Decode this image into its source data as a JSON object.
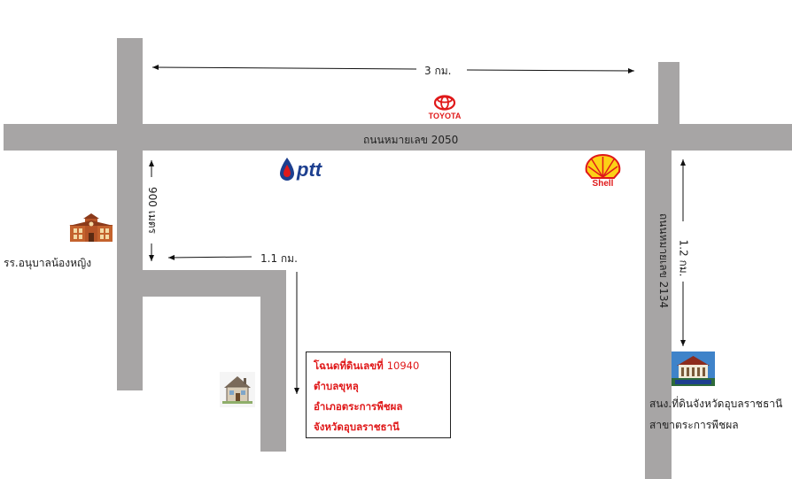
{
  "roads": {
    "main_road": "ถนนหมายเลข 2050",
    "side_road": "ถนนหมายเลข 2134"
  },
  "distances": {
    "top": "3 กม.",
    "left_vertical": "900 เมตร",
    "middle": "1.1 กม.",
    "right_vertical": "1.2 กม."
  },
  "landmarks": {
    "toyota": "TOYOTA",
    "ptt": "ptt",
    "shell": "Shell",
    "school": "รร.อนุบาลน้องหญิง",
    "land_office_line1": "สนง.ที่ดินจังหวัดอุบลราชธานี",
    "land_office_line2": "สาขาตระการพืชผล"
  },
  "deed": {
    "line1_prefix": "โฉนดที่ดินเลขที่",
    "line1_number": "10940",
    "line2": "ตำบลขุหลุ",
    "line3": "อำเภอตระการพืชผล",
    "line4": "จังหวัดอุบลราชธานี"
  },
  "colors": {
    "road": "#a7a5a5",
    "deed_text": "#e0191a",
    "toyota_red": "#e0191a",
    "shell_yellow": "#fcd116",
    "ptt_blue": "#1d3f8f"
  }
}
